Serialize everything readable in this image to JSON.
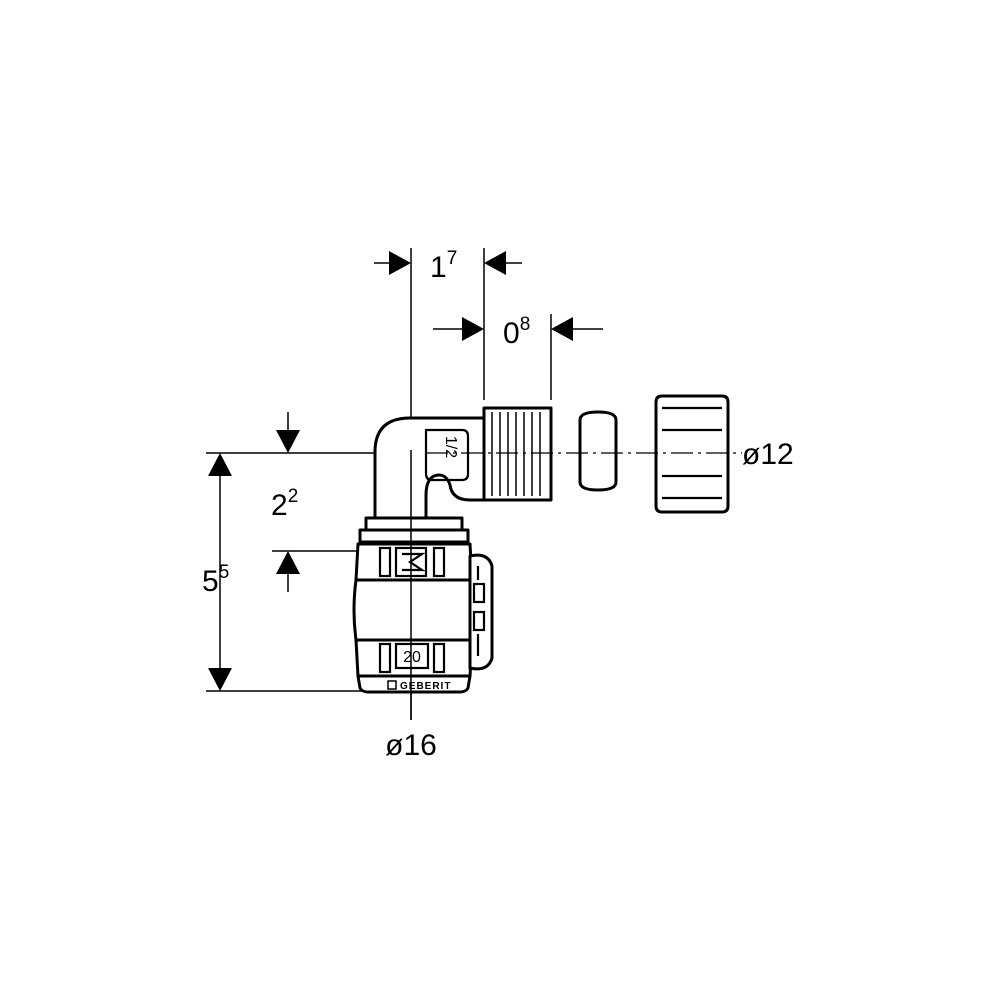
{
  "dimensions": {
    "top_width": {
      "base": "1",
      "sup": "7"
    },
    "thread_len": {
      "base": "0",
      "sup": "8"
    },
    "offset": {
      "base": "2",
      "sup": "2"
    },
    "height": {
      "base": "5",
      "sup": "5"
    },
    "pipe_diam": "ø16",
    "thread_diam": "ø12"
  },
  "markings": {
    "thread_size": "1/2",
    "pipe_size": "20",
    "brand": "GEBERIT"
  }
}
